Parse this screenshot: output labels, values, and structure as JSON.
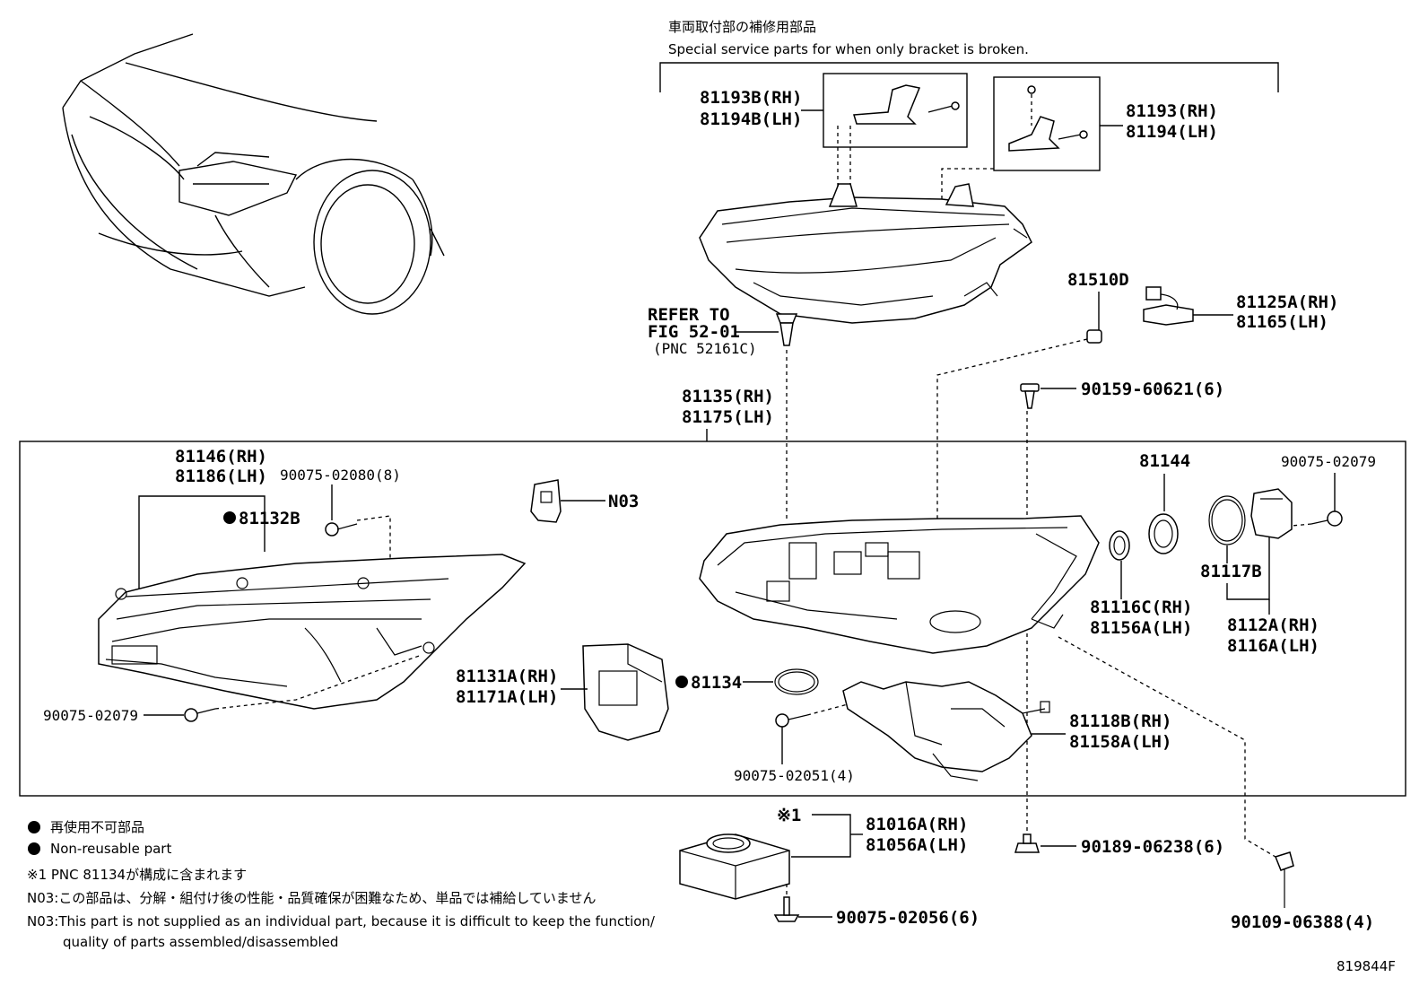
{
  "header": {
    "jp": "車両取付部の補修用部品",
    "en": "Special service parts for when only bracket is broken."
  },
  "labels": {
    "p81193B": "81193B(RH)",
    "p81194B": "81194B(LH)",
    "p81193": "81193(RH)",
    "p81194": "81194(LH)",
    "p81510D": "81510D",
    "p81125A": "81125A(RH)",
    "p81165": "81165(LH)",
    "refer1": "REFER TO",
    "refer2": "FIG 52-01",
    "refer3": "(PNC 52161C)",
    "p81135": "81135(RH)",
    "p81175": "81175(LH)",
    "p90159": "90159-60621(6)",
    "p81146": "81146(RH)",
    "p81186": "81186(LH)",
    "p90075_02080": "90075-02080(8)",
    "p81132B": "81132B",
    "pN03": "N03",
    "p81144": "81144",
    "p90075_02079_r": "90075-02079",
    "p81117B": "81117B",
    "p81116C": "81116C(RH)",
    "p81156A": "81156A(LH)",
    "p8112A": "8112A(RH)",
    "p8116A": "8116A(LH)",
    "p81131A": "81131A(RH)",
    "p81171A": "81171A(LH)",
    "p81134": "81134",
    "p90075_02079_l": "90075-02079",
    "p81118B": "81118B(RH)",
    "p81158A": "81158A(LH)",
    "p90075_02051": "90075-02051(4)",
    "star1": "※1",
    "p81016A": "81016A(RH)",
    "p81056A": "81056A(LH)",
    "p90189": "90189-06238(6)",
    "p90075_02056": "90075-02056(6)",
    "p90109": "90109-06388(4)",
    "figure_id": "819844F"
  },
  "notes": {
    "nonreuse_jp": "再使用不可部品",
    "nonreuse_en": "Non-reusable part",
    "star_note": "※1 PNC 81134が構成に含まれます",
    "n03_jp": "N03:この部品は、分解・組付け後の性能・品質確保が困難なため、単品では補給していません",
    "n03_en1": "N03:This part is not supplied as an individual part, because it is difficult to keep the function/",
    "n03_en2": "quality of parts assembled/disassembled"
  }
}
